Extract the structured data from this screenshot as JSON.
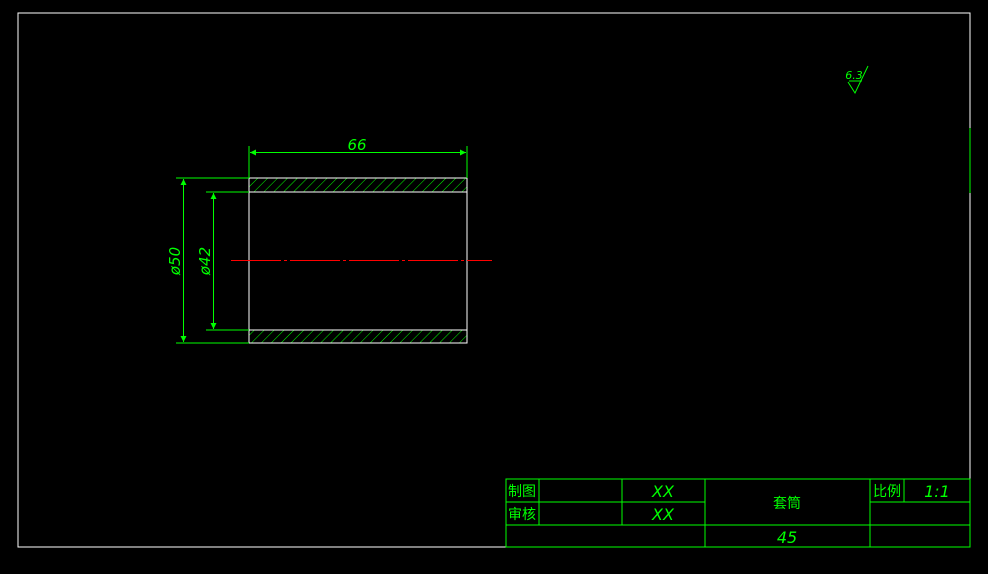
{
  "drawing": {
    "dimensions": {
      "length": "66",
      "outer_diameter": "ø50",
      "inner_diameter": "ø42"
    },
    "surface_roughness": "6.3",
    "colors": {
      "background": "#000000",
      "annotation": "#00ff00",
      "outline": "#ffffff",
      "centerline": "#ff0000"
    }
  },
  "title_block": {
    "drawn_by_label": "制图",
    "drawn_by_value": "XX",
    "checked_by_label": "审核",
    "checked_by_value": "XX",
    "part_name": "套筒",
    "scale_label": "比例",
    "scale_value": "1:1",
    "material": "45"
  }
}
